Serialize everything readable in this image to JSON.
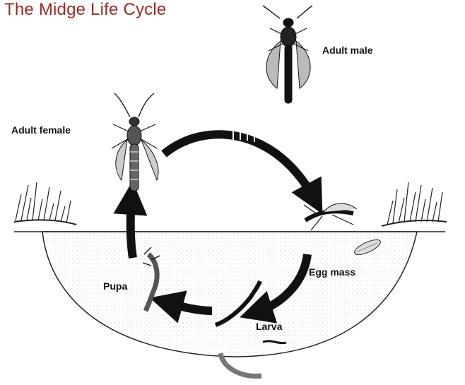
{
  "title": "The Midge Life Cycle",
  "labels": {
    "adult_male": "Adult male",
    "adult_female": "Adult female",
    "egg_mass": "Egg mass",
    "larva": "Larva",
    "pupa": "Pupa"
  },
  "colors": {
    "title": "#9b2a24",
    "ink": "#111111",
    "water": "#f4f4f4"
  }
}
